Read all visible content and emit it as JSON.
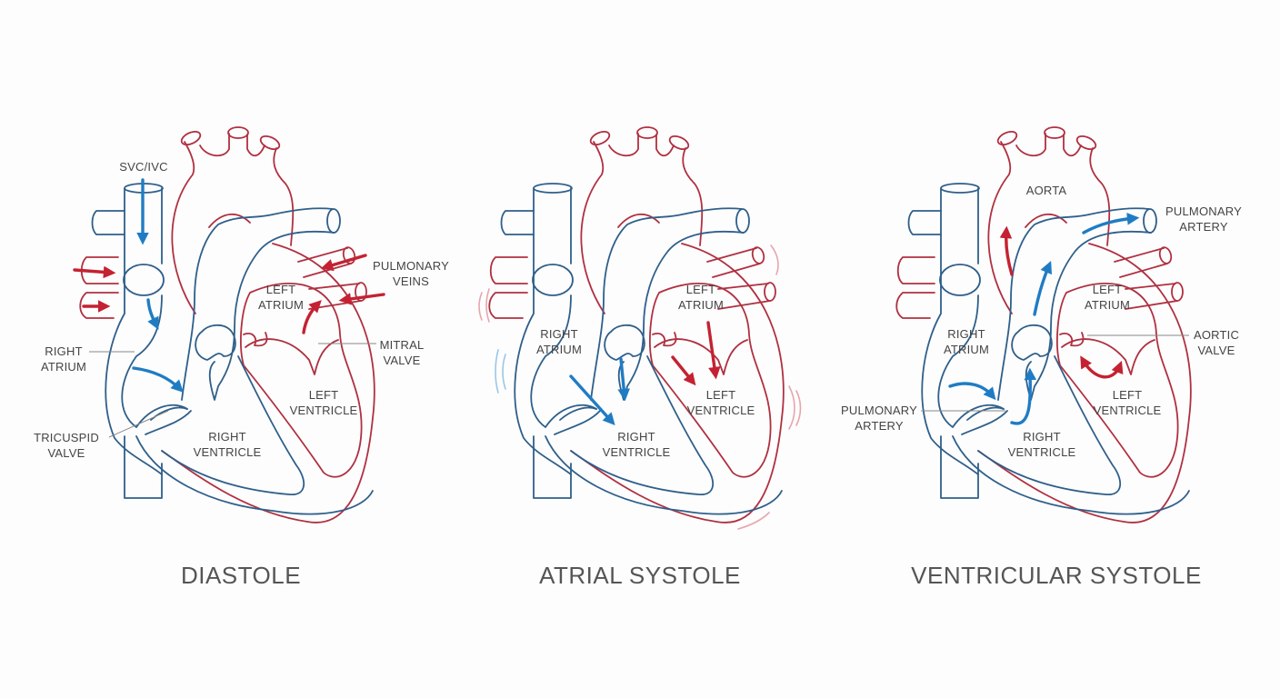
{
  "colors": {
    "oxygenated": "#c42232",
    "deoxygenated": "#1f7cc4",
    "red_outline": "#b03040",
    "blue_outline": "#2f5f8a",
    "text": "#444444"
  },
  "panels": [
    {
      "title": "DIASTOLE",
      "labels": {
        "svc_ivc": [
          "SVC/IVC"
        ],
        "pulmonary_veins": [
          "PULMONARY",
          "VEINS"
        ],
        "left_atrium": [
          "LEFT",
          "ATRIUM"
        ],
        "right_atrium": [
          "RIGHT",
          "ATRIUM"
        ],
        "mitral_valve": [
          "MITRAL",
          "VALVE"
        ],
        "left_ventricle": [
          "LEFT",
          "VENTRICLE"
        ],
        "tricuspid_valve": [
          "TRICUSPID",
          "VALVE"
        ],
        "right_ventricle": [
          "RIGHT",
          "VENTRICLE"
        ]
      }
    },
    {
      "title": "ATRIAL SYSTOLE",
      "labels": {
        "right_atrium": [
          "RIGHT",
          "ATRIUM"
        ],
        "left_atrium": [
          "LEFT",
          "ATRIUM"
        ],
        "left_ventricle": [
          "LEFT",
          "VENTRICLE"
        ],
        "right_ventricle": [
          "RIGHT",
          "VENTRICLE"
        ]
      }
    },
    {
      "title": "VENTRICULAR SYSTOLE",
      "labels": {
        "aorta": [
          "AORTA"
        ],
        "pulmonary_artery_top": [
          "PULMONARY",
          "ARTERY"
        ],
        "left_atrium": [
          "LEFT",
          "ATRIUM"
        ],
        "right_atrium": [
          "RIGHT",
          "ATRIUM"
        ],
        "aortic_valve": [
          "AORTIC",
          "VALVE"
        ],
        "left_ventricle": [
          "LEFT",
          "VENTRICLE"
        ],
        "pulmonary_artery_left": [
          "PULMONARY",
          "ARTERY"
        ],
        "right_ventricle": [
          "RIGHT",
          "VENTRICLE"
        ]
      }
    }
  ]
}
